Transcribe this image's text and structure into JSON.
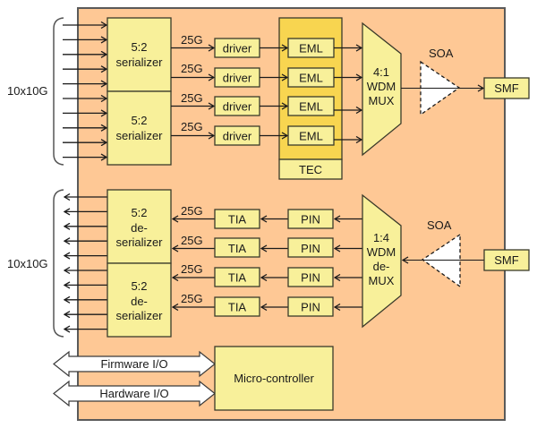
{
  "colors": {
    "module_bg": "#fec895",
    "module_border": "#5a5a5a",
    "block_fill": "#f8f09a",
    "tec_fill": "#f8d550",
    "soa_fill": "#ffffff",
    "wire": "#1a1a1a"
  },
  "transmitter": {
    "input_label": "10x10G",
    "serializers": [
      {
        "ratio": "5:2",
        "name": "serializer"
      },
      {
        "ratio": "5:2",
        "name": "serializer"
      }
    ],
    "lanes": [
      {
        "rate": "25G",
        "driver": "driver",
        "laser": "EML"
      },
      {
        "rate": "25G",
        "driver": "driver",
        "laser": "EML"
      },
      {
        "rate": "25G",
        "driver": "driver",
        "laser": "EML"
      },
      {
        "rate": "25G",
        "driver": "driver",
        "laser": "EML"
      }
    ],
    "tec_label": "TEC",
    "mux": {
      "line1": "4:1",
      "line2": "WDM",
      "line3": "MUX"
    },
    "soa_label": "SOA",
    "fiber_label": "SMF"
  },
  "receiver": {
    "output_label": "10x10G",
    "deserializers": [
      {
        "ratio": "5:2",
        "line2": "de-",
        "line3": "serializer"
      },
      {
        "ratio": "5:2",
        "line2": "de-",
        "line3": "serializer"
      }
    ],
    "lanes": [
      {
        "rate": "25G",
        "amp": "TIA",
        "detector": "PIN"
      },
      {
        "rate": "25G",
        "amp": "TIA",
        "detector": "PIN"
      },
      {
        "rate": "25G",
        "amp": "TIA",
        "detector": "PIN"
      },
      {
        "rate": "25G",
        "amp": "TIA",
        "detector": "PIN"
      }
    ],
    "demux": {
      "line1": "1:4",
      "line2": "WDM",
      "line3": "de-",
      "line4": "MUX"
    },
    "soa_label": "SOA",
    "fiber_label": "SMF"
  },
  "control": {
    "firmware_io": "Firmware I/O",
    "hardware_io": "Hardware I/O",
    "microcontroller": "Micro-controller"
  }
}
